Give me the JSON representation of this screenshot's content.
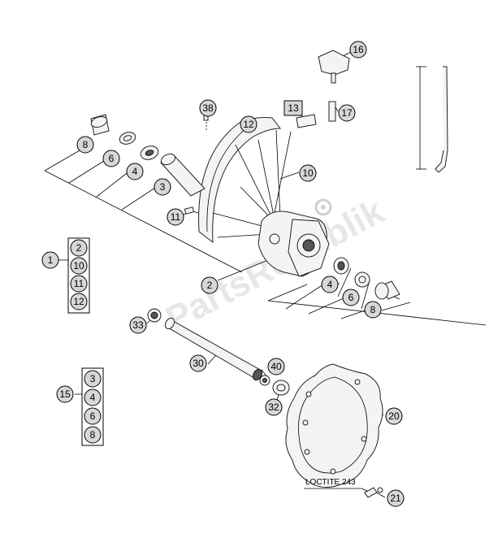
{
  "callouts": {
    "c16": "16",
    "c13": "13",
    "c17": "17",
    "c38": "38",
    "c12": "12",
    "c8a": "8",
    "c6a": "6",
    "c4a": "4",
    "c3a": "3",
    "c10": "10",
    "c11": "11",
    "c1": "1",
    "c2a": "2",
    "c2b": "2",
    "c4b": "4",
    "c6b": "6",
    "c8b": "8",
    "c33": "33",
    "c30": "30",
    "c40": "40",
    "c32": "32",
    "c15": "15",
    "c20": "20",
    "c21": "21"
  },
  "group1": [
    "2",
    "10",
    "11",
    "12"
  ],
  "group15": [
    "3",
    "4",
    "6",
    "8"
  ],
  "loctite": "LOCTITE 243",
  "watermark": "PartsRepublik"
}
